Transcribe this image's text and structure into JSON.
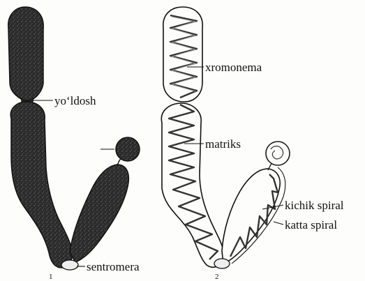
{
  "figure": {
    "labels": {
      "satellite": "yoʻldosh",
      "centromere": "sentromera",
      "chromonema": "xromonema",
      "matrix": "matriks",
      "small_spiral": "kichik spiral",
      "large_spiral": "katta spiral"
    },
    "panel_numbers": {
      "left": "1",
      "right": "2"
    },
    "colors": {
      "ink": "#111111",
      "chromatin": "#2a2a2a",
      "paper": "#fdfdfb"
    }
  }
}
